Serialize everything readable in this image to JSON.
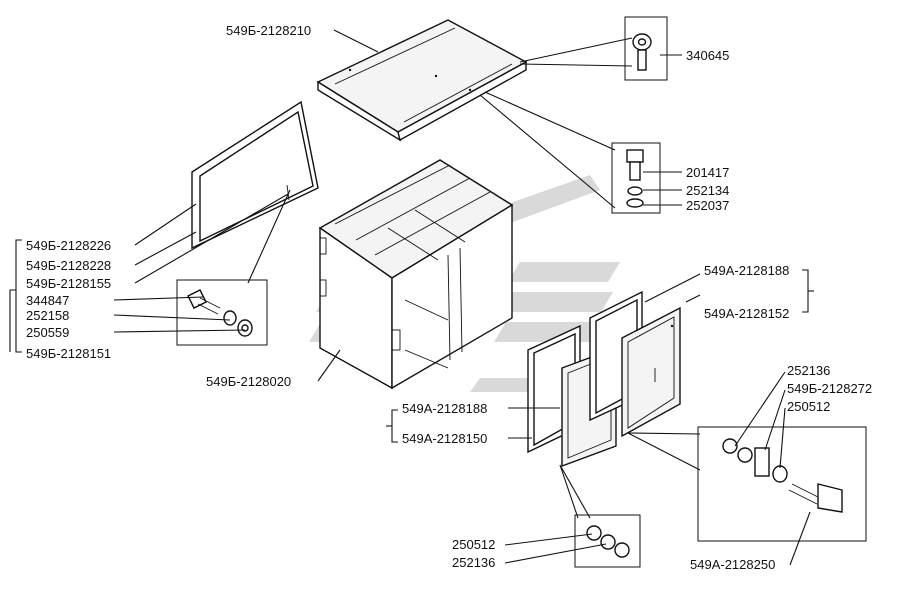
{
  "labels": {
    "l_549b_2128210": "549Б-2128210",
    "l_340645": "340645",
    "l_201417": "201417",
    "l_252134": "252134",
    "l_252037": "252037",
    "l_549b_2128226": "549Б-2128226",
    "l_549b_2128228": "549Б-2128228",
    "l_549b_2128155": "549Б-2128155",
    "l_344847": "344847",
    "l_252158": "252158",
    "l_250559": "250559",
    "l_549b_2128151": "549Б-2128151",
    "l_549b_2128020": "549Б-2128020",
    "l_549a_2128188_top": "549А-2128188",
    "l_549a_2128152": "549А-2128152",
    "l_549a_2128188_mid": "549А-2128188",
    "l_549a_2128150": "549А-2128150",
    "l_252136_right": "252136",
    "l_549b_2128272": "549Б-2128272",
    "l_250512_right": "250512",
    "l_250512_bottom": "250512",
    "l_252136_bottom": "252136",
    "l_549a_2128250": "549А-2128250"
  }
}
